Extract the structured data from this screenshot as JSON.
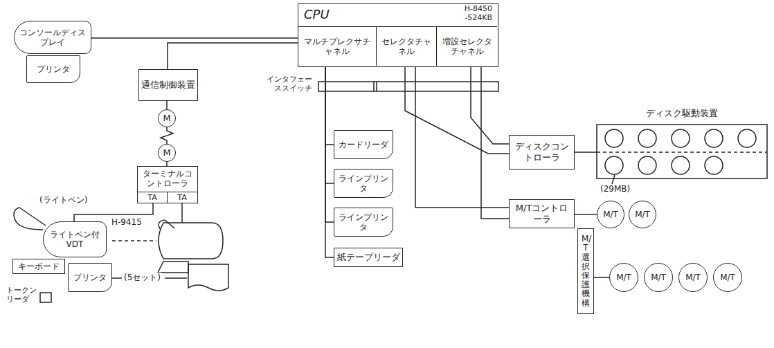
{
  "diagram": {
    "nodes": [
      {
        "text": [
          "CPU",
          "H-8450 -524KB"
        ]
      },
      {
        "text": [
          "マルチプレクサチャネル"
        ],
        "in": 0
      },
      {
        "text": [
          "セレクタチャネル"
        ],
        "in": 0
      },
      {
        "text": [
          "増設セレクタチャネル"
        ],
        "in": 0
      },
      {
        "text": [
          "コンソールディスプレイ"
        ]
      },
      {
        "text": [
          "プリンタ"
        ]
      },
      {
        "text": [
          "通信制御装置"
        ]
      },
      {
        "text": [
          "M"
        ]
      },
      {
        "text": [
          "M"
        ]
      },
      {
        "text": [
          "ターミナルコントローラ"
        ]
      },
      {
        "text": [
          "TA"
        ],
        "in": 9
      },
      {
        "text": [
          "TA"
        ],
        "in": 9
      },
      {
        "text": [
          "ライトペン付VDT"
        ]
      },
      {
        "text": [
          "キーボード"
        ]
      },
      {
        "text": [
          "プリンタ"
        ]
      },
      {
        "text": [
          "トークンリーダ"
        ]
      },
      {
        "text": [
          "カードリーダ"
        ]
      },
      {
        "text": [
          "ラインプリンタ"
        ]
      },
      {
        "text": [
          "ラインプリンタ"
        ]
      },
      {
        "text": [
          "紙テープリーダ"
        ]
      },
      {
        "text": [
          "ディスクコントローラ"
        ]
      },
      {
        "text": [
          "ディスク駆動装置"
        ]
      },
      {
        "text": [
          "M/Tコントローラ"
        ]
      },
      {
        "text": [
          "M/T"
        ]
      },
      {
        "text": [
          "M/T"
        ]
      },
      {
        "text": [
          "M/T選択保護機構"
        ]
      },
      {
        "text": [
          "M/T"
        ]
      },
      {
        "text": [
          "M/T"
        ]
      },
      {
        "text": [
          "M/T"
        ]
      },
      {
        "text": [
          "M/T"
        ]
      }
    ],
    "edges": [
      {
        "from": 4,
        "to": 1,
        "arrow": "none"
      },
      {
        "from": 6,
        "to": 1,
        "arrow": "none"
      },
      {
        "from": 6,
        "to": 7,
        "arrow": "none"
      },
      {
        "from": 7,
        "to": 8,
        "arrow": "none"
      },
      {
        "from": 8,
        "to": 9,
        "arrow": "none"
      },
      {
        "from": 10,
        "to": 12,
        "arrow": "none"
      },
      {
        "from": 1,
        "to": 16,
        "arrow": "none"
      },
      {
        "from": 1,
        "to": 17,
        "arrow": "none"
      },
      {
        "from": 1,
        "to": 18,
        "arrow": "none"
      },
      {
        "from": 1,
        "to": 19,
        "arrow": "none"
      },
      {
        "from": 2,
        "to": 20,
        "arrow": "none"
      },
      {
        "from": 2,
        "to": 22,
        "arrow": "none"
      },
      {
        "from": 3,
        "to": 20,
        "arrow": "none"
      },
      {
        "from": 3,
        "to": 22,
        "arrow": "none"
      },
      {
        "from": 20,
        "to": 21,
        "arrow": "none"
      },
      {
        "from": 22,
        "to": 23,
        "arrow": "none"
      },
      {
        "from": 22,
        "to": 25,
        "arrow": "none"
      },
      {
        "from": 25,
        "to": 26,
        "arrow": "none"
      }
    ],
    "labels": [
      "H-9415",
      "(ライトペン)",
      "(5セット)",
      "インタフェーススイッチ",
      "(29MB)"
    ]
  }
}
